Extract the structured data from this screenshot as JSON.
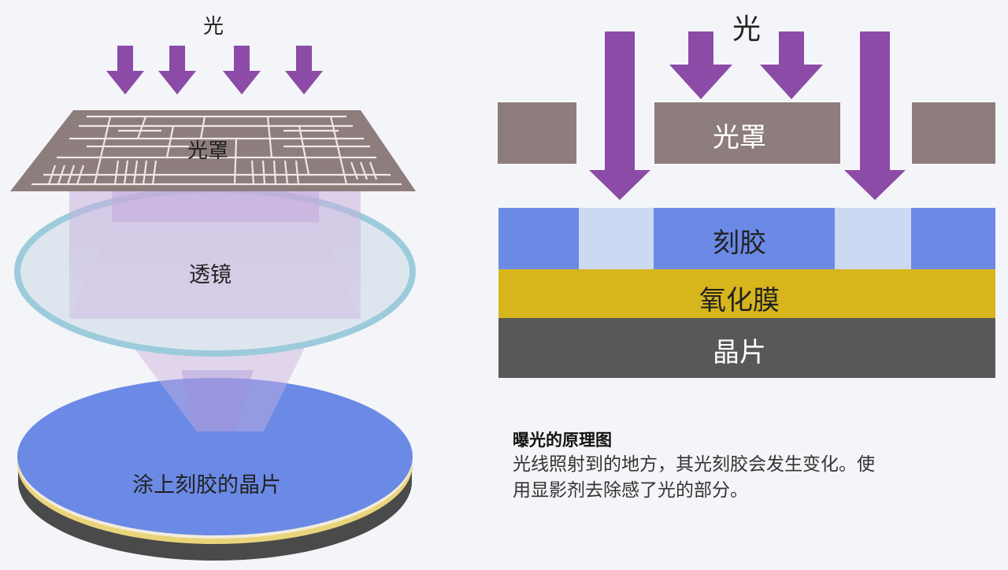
{
  "left_diagram": {
    "light_label": "光",
    "mask_label": "光罩",
    "lens_label": "透镜",
    "wafer_label": "涂上刻胶的晶片"
  },
  "right_diagram": {
    "light_label": "光",
    "mask_label": "光罩",
    "photoresist_label": "刻胶",
    "oxide_label": "氧化膜",
    "wafer_label": "晶片"
  },
  "caption": {
    "title": "曝光的原理图",
    "line1": "光线照射到的地方，其光刻胶会发生变化。使",
    "line2": "用显影剂去除感了光的部分。"
  },
  "colors": {
    "arrow": "#8b4ba6",
    "mask": "#8e7d7d",
    "mask_lines": "#efe7e7",
    "lens_fill": "#dde6ee",
    "lens_rim": "#9ccbdb",
    "photoresist": "#6b8ae6",
    "photoresist_exposed": "#cdd9f2",
    "oxide": "#d6b51d",
    "wafer": "#585858",
    "light_beam": "#c8aedd"
  }
}
